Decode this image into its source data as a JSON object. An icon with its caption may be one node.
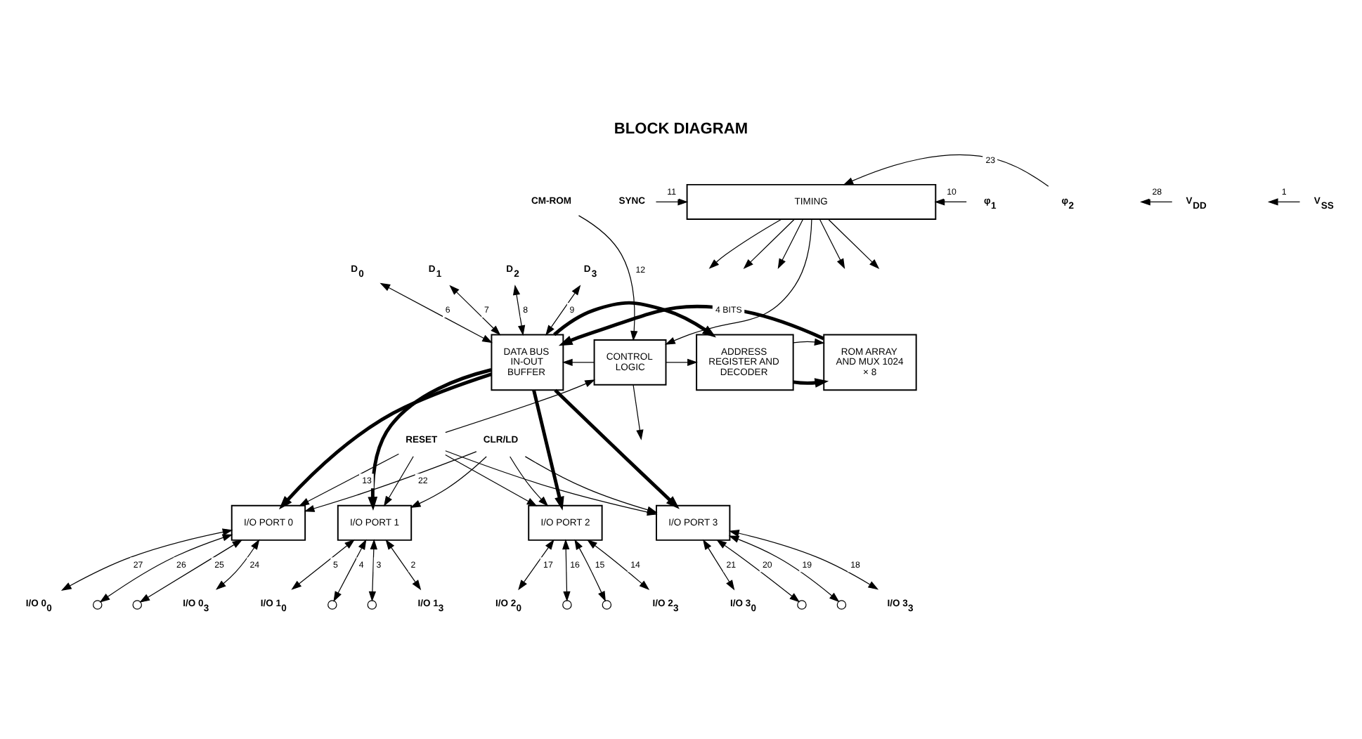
{
  "diagram": {
    "title": "BLOCK DIAGRAM",
    "nodes": [
      {
        "text": [
          "SYNC"
        ]
      },
      {
        "text": [
          "TIMING"
        ]
      },
      {
        "text": [
          "φ$_{1}$"
        ]
      },
      {
        "text": [
          "φ$_{2}$"
        ]
      },
      {
        "text": [
          "V$_{DD}$"
        ]
      },
      {
        "text": [
          "V$_{SS}$"
        ]
      },
      {
        "text": [
          "CM-ROM"
        ]
      },
      {
        "text": [
          "D$_{0}$"
        ]
      },
      {
        "text": [
          "D$_{1}$"
        ]
      },
      {
        "text": [
          "D$_{2}$"
        ]
      },
      {
        "text": [
          "D$_{3}$"
        ]
      },
      {
        "text": [
          "DATA BUS IN-OUT BUFFER"
        ]
      },
      {
        "text": [
          "CONTROL LOGIC"
        ]
      },
      {
        "text": [
          "ADDRESS REGISTER AND DECODER"
        ]
      },
      {
        "text": [
          "ROM ARRAY AND MUX 1024 × 8"
        ]
      },
      {
        "text": [
          "RESET"
        ]
      },
      {
        "text": [
          "CLR/LD"
        ]
      },
      {
        "text": [
          "I/O PORT 0"
        ]
      },
      {
        "text": [
          "I/O PORT 1"
        ]
      },
      {
        "text": [
          "I/O PORT 2"
        ]
      },
      {
        "text": [
          "I/O PORT 3"
        ]
      },
      {
        "text": [
          "I/O 0$_{0}$"
        ]
      },
      {
        "text": [],
        "shape": "circle"
      },
      {
        "text": [],
        "shape": "circle"
      },
      {
        "text": [
          "I/O 0$_{3}$"
        ]
      },
      {
        "text": [
          "I/O 1$_{0}$"
        ]
      },
      {
        "text": [],
        "shape": "circle"
      },
      {
        "text": [],
        "shape": "circle"
      },
      {
        "text": [
          "I/O 1$_{3}$"
        ]
      },
      {
        "text": [
          "I/O 2$_{0}$"
        ]
      },
      {
        "text": [],
        "shape": "circle"
      },
      {
        "text": [],
        "shape": "circle"
      },
      {
        "text": [
          "I/O 2$_{3}$"
        ]
      },
      {
        "text": [
          "I/O 3$_{0}$"
        ]
      },
      {
        "text": [],
        "shape": "circle"
      },
      {
        "text": [],
        "shape": "circle"
      },
      {
        "text": [
          "I/O 3$_{3}$"
        ]
      }
    ],
    "edges": [
      {
        "from": 0,
        "to": 1,
        "arrow": "to",
        "label": "11"
      },
      {
        "from": 2,
        "to": 1,
        "arrow": "to",
        "label": "10"
      },
      {
        "from": 3,
        "to": 1,
        "arrow": "to",
        "label": "23"
      },
      {
        "from": 4,
        "to": null,
        "arrow": "to",
        "label": "28"
      },
      {
        "from": 5,
        "to": null,
        "arrow": "to",
        "label": "1"
      },
      {
        "from": 1,
        "to": 12,
        "arrow": "to"
      },
      {
        "from": 1,
        "to": null,
        "arrow": "to"
      },
      {
        "from": 1,
        "to": null,
        "arrow": "to"
      },
      {
        "from": 1,
        "to": null,
        "arrow": "to"
      },
      {
        "from": 1,
        "to": null,
        "arrow": "to"
      },
      {
        "from": 1,
        "to": null,
        "arrow": "to"
      },
      {
        "from": 6,
        "to": 12,
        "arrow": "to",
        "label": "12"
      },
      {
        "from": 7,
        "to": 11,
        "arrow": "both",
        "label": "6"
      },
      {
        "from": 8,
        "to": 11,
        "arrow": "both",
        "label": "7"
      },
      {
        "from": 9,
        "to": 11,
        "arrow": "both",
        "label": "8"
      },
      {
        "from": 10,
        "to": 11,
        "arrow": "both",
        "label": "9"
      },
      {
        "from": 12,
        "to": 11,
        "arrow": "to"
      },
      {
        "from": 12,
        "to": 13,
        "arrow": "to"
      },
      {
        "from": 13,
        "to": 14,
        "arrow": "to",
        "style": "thick"
      },
      {
        "from": 13,
        "to": 14,
        "arrow": "to"
      },
      {
        "from": 12,
        "to": null,
        "arrow": "to"
      },
      {
        "from": 14,
        "to": 11,
        "arrow": "to",
        "style": "thick",
        "label": "4 BITS"
      },
      {
        "from": 11,
        "to": 13,
        "arrow": "to",
        "style": "thick"
      },
      {
        "from": 11,
        "to": 17,
        "arrow": "to",
        "style": "thick"
      },
      {
        "from": 11,
        "to": 18,
        "arrow": "to",
        "style": "thick"
      },
      {
        "from": 11,
        "to": 19,
        "arrow": "to",
        "style": "thick"
      },
      {
        "from": 11,
        "to": 20,
        "arrow": "to",
        "style": "thick"
      },
      {
        "from": 15,
        "to": 17,
        "arrow": "to",
        "label": "13"
      },
      {
        "from": 15,
        "to": 12,
        "arrow": "to"
      },
      {
        "from": 15,
        "to": 18,
        "arrow": "to"
      },
      {
        "from": 15,
        "to": 19,
        "arrow": "to"
      },
      {
        "from": 15,
        "to": 20,
        "arrow": "to"
      },
      {
        "from": 16,
        "to": 17,
        "arrow": "to",
        "label": "22"
      },
      {
        "from": 16,
        "to": 18,
        "arrow": "to"
      },
      {
        "from": 16,
        "to": 19,
        "arrow": "to"
      },
      {
        "from": 16,
        "to": 20,
        "arrow": "to"
      },
      {
        "from": 17,
        "to": 21,
        "arrow": "both",
        "label": "27"
      },
      {
        "from": 17,
        "to": 22,
        "arrow": "both",
        "label": "26"
      },
      {
        "from": 17,
        "to": 23,
        "arrow": "both",
        "label": "25"
      },
      {
        "from": 17,
        "to": 24,
        "arrow": "both",
        "label": "24"
      },
      {
        "from": 18,
        "to": 25,
        "arrow": "both",
        "label": "5"
      },
      {
        "from": 18,
        "to": 26,
        "arrow": "both",
        "label": "4"
      },
      {
        "from": 18,
        "to": 27,
        "arrow": "both",
        "label": "3"
      },
      {
        "from": 18,
        "to": 28,
        "arrow": "both",
        "label": "2"
      },
      {
        "from": 19,
        "to": 29,
        "arrow": "both",
        "label": "17"
      },
      {
        "from": 19,
        "to": 30,
        "arrow": "both",
        "label": "16"
      },
      {
        "from": 19,
        "to": 31,
        "arrow": "both",
        "label": "15"
      },
      {
        "from": 19,
        "to": 32,
        "arrow": "both",
        "label": "14"
      },
      {
        "from": 20,
        "to": 33,
        "arrow": "both",
        "label": "21"
      },
      {
        "from": 20,
        "to": 34,
        "arrow": "both",
        "label": "20"
      },
      {
        "from": 20,
        "to": 35,
        "arrow": "both",
        "label": "19"
      },
      {
        "from": 20,
        "to": 36,
        "arrow": "both",
        "label": "18"
      }
    ]
  }
}
